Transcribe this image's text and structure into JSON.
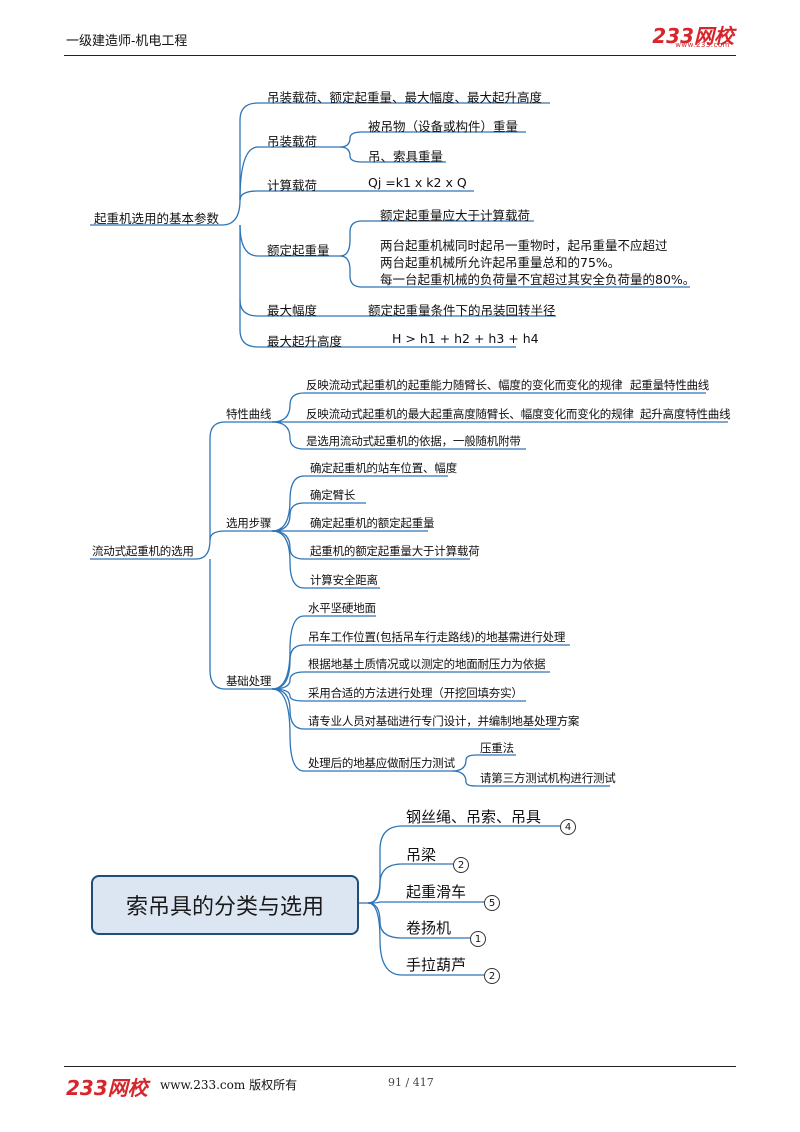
{
  "header": {
    "title": "一级建造师-机电工程",
    "logo": "233网校",
    "logo_sub": "www.233.com"
  },
  "footer": {
    "logo": "233网校",
    "site": "www.233.com 版权所有",
    "page": "91 / 417"
  },
  "map1": {
    "root": "起重机选用的基本参数",
    "top_line": "吊装载荷、额定起重量、最大幅度、最大起升高度",
    "load": {
      "label": "吊装载荷",
      "items": [
        "被吊物（设备或构件）重量",
        "吊、索具重量"
      ]
    },
    "calc": {
      "label": "计算载荷",
      "formula": "Qj =k1 x k2 x Q"
    },
    "rated": {
      "label": "额定起重量",
      "item1": "额定起重量应大于计算载荷",
      "item2_l1": "两台起重机械同时起吊一重物时，起吊重量不应超过",
      "item2_l2": "两台起重机械所允许起吊重量总和的75%。",
      "item2_l3": "每一台起重机械的负荷量不宜超过其安全负荷量的80%。"
    },
    "radius": {
      "label": "最大幅度",
      "desc": "额定起重量条件下的吊装回转半径"
    },
    "height": {
      "label": "最大起升高度",
      "formula": "H > h1 + h2 + h3 + h4"
    }
  },
  "map2": {
    "root": "流动式起重机的选用",
    "curve": {
      "label": "特性曲线",
      "items": [
        "反映流动式起重机的起重能力随臂长、幅度的变化而变化的规律",
        "反映流动式起重机的最大起重高度随臂长、幅度变化而变化的规律",
        "是选用流动式起重机的依据，一般随机附带"
      ],
      "right": [
        "起重量特性曲线",
        "起升高度特性曲线"
      ]
    },
    "steps": {
      "label": "选用步骤",
      "items": [
        "确定起重机的站车位置、幅度",
        "确定臂长",
        "确定起重机的额定起重量",
        "起重机的额定起重量大于计算载荷",
        "计算安全距离"
      ]
    },
    "base": {
      "label": "基础处理",
      "items": [
        "水平坚硬地面",
        "吊车工作位置(包括吊车行走路线)的地基需进行处理",
        "根据地基土质情况或以测定的地面耐压力为依据",
        "采用合适的方法进行处理（开挖回填夯实）",
        "请专业人员对基础进行专门设计，并编制地基处理方案",
        "处理后的地基应做耐压力测试"
      ],
      "test": [
        "压重法",
        "请第三方测试机构进行测试"
      ]
    }
  },
  "map3": {
    "root": "索吊具的分类与选用",
    "items": [
      {
        "label": "钢丝绳、吊索、吊具",
        "badge": "4"
      },
      {
        "label": "吊梁",
        "badge": "2"
      },
      {
        "label": "起重滑车",
        "badge": "5"
      },
      {
        "label": "卷扬机",
        "badge": "1"
      },
      {
        "label": "手拉葫芦",
        "badge": "2"
      }
    ]
  },
  "colors": {
    "line": "#2e75b6",
    "logo": "#d7262b",
    "center_fill": "#dce6f2",
    "center_border": "#1f4e79"
  }
}
